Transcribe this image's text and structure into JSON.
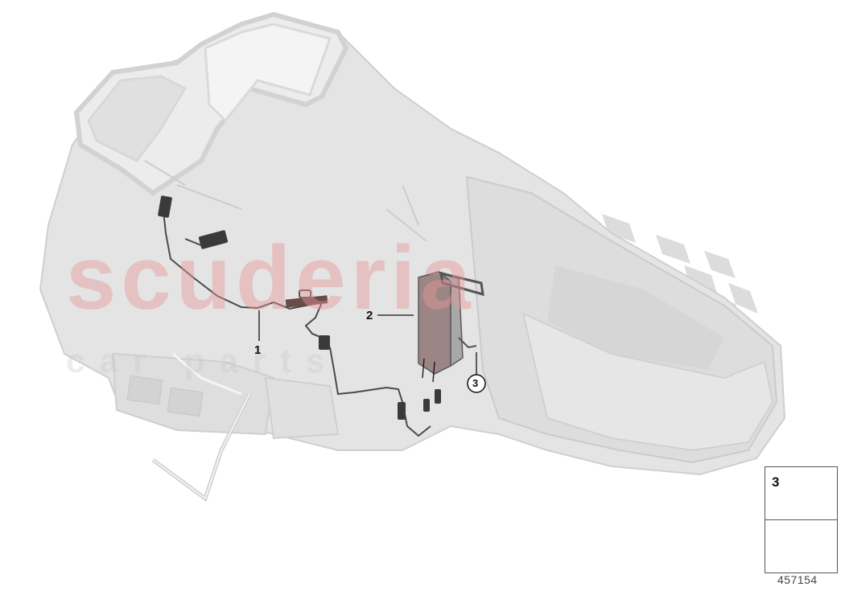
{
  "diagram": {
    "type": "exploded parts diagram",
    "subject": "HVAC heater/air-conditioning housing with wiring harness and control module",
    "diagram_number": "457154",
    "colors": {
      "background": "#ffffff",
      "housing": "#dcdcdc",
      "housing_shade": "#c8c8c8",
      "wire": "#4a4a4a",
      "callout_text": "#111111",
      "watermark": "#e69696"
    }
  },
  "watermark": {
    "text": "scuderia",
    "subtext": "car parts"
  },
  "callouts": [
    {
      "id": "1",
      "label": "1",
      "part": "wiring harness",
      "style": "plain"
    },
    {
      "id": "2",
      "label": "2",
      "part": "control unit / module",
      "style": "plain"
    },
    {
      "id": "3",
      "label": "3",
      "part": "screw",
      "style": "circled"
    }
  ],
  "legend": {
    "items": [
      {
        "label": "3",
        "icon": "screw-icon"
      }
    ],
    "arrow_icon": "direction-arrow-icon"
  }
}
